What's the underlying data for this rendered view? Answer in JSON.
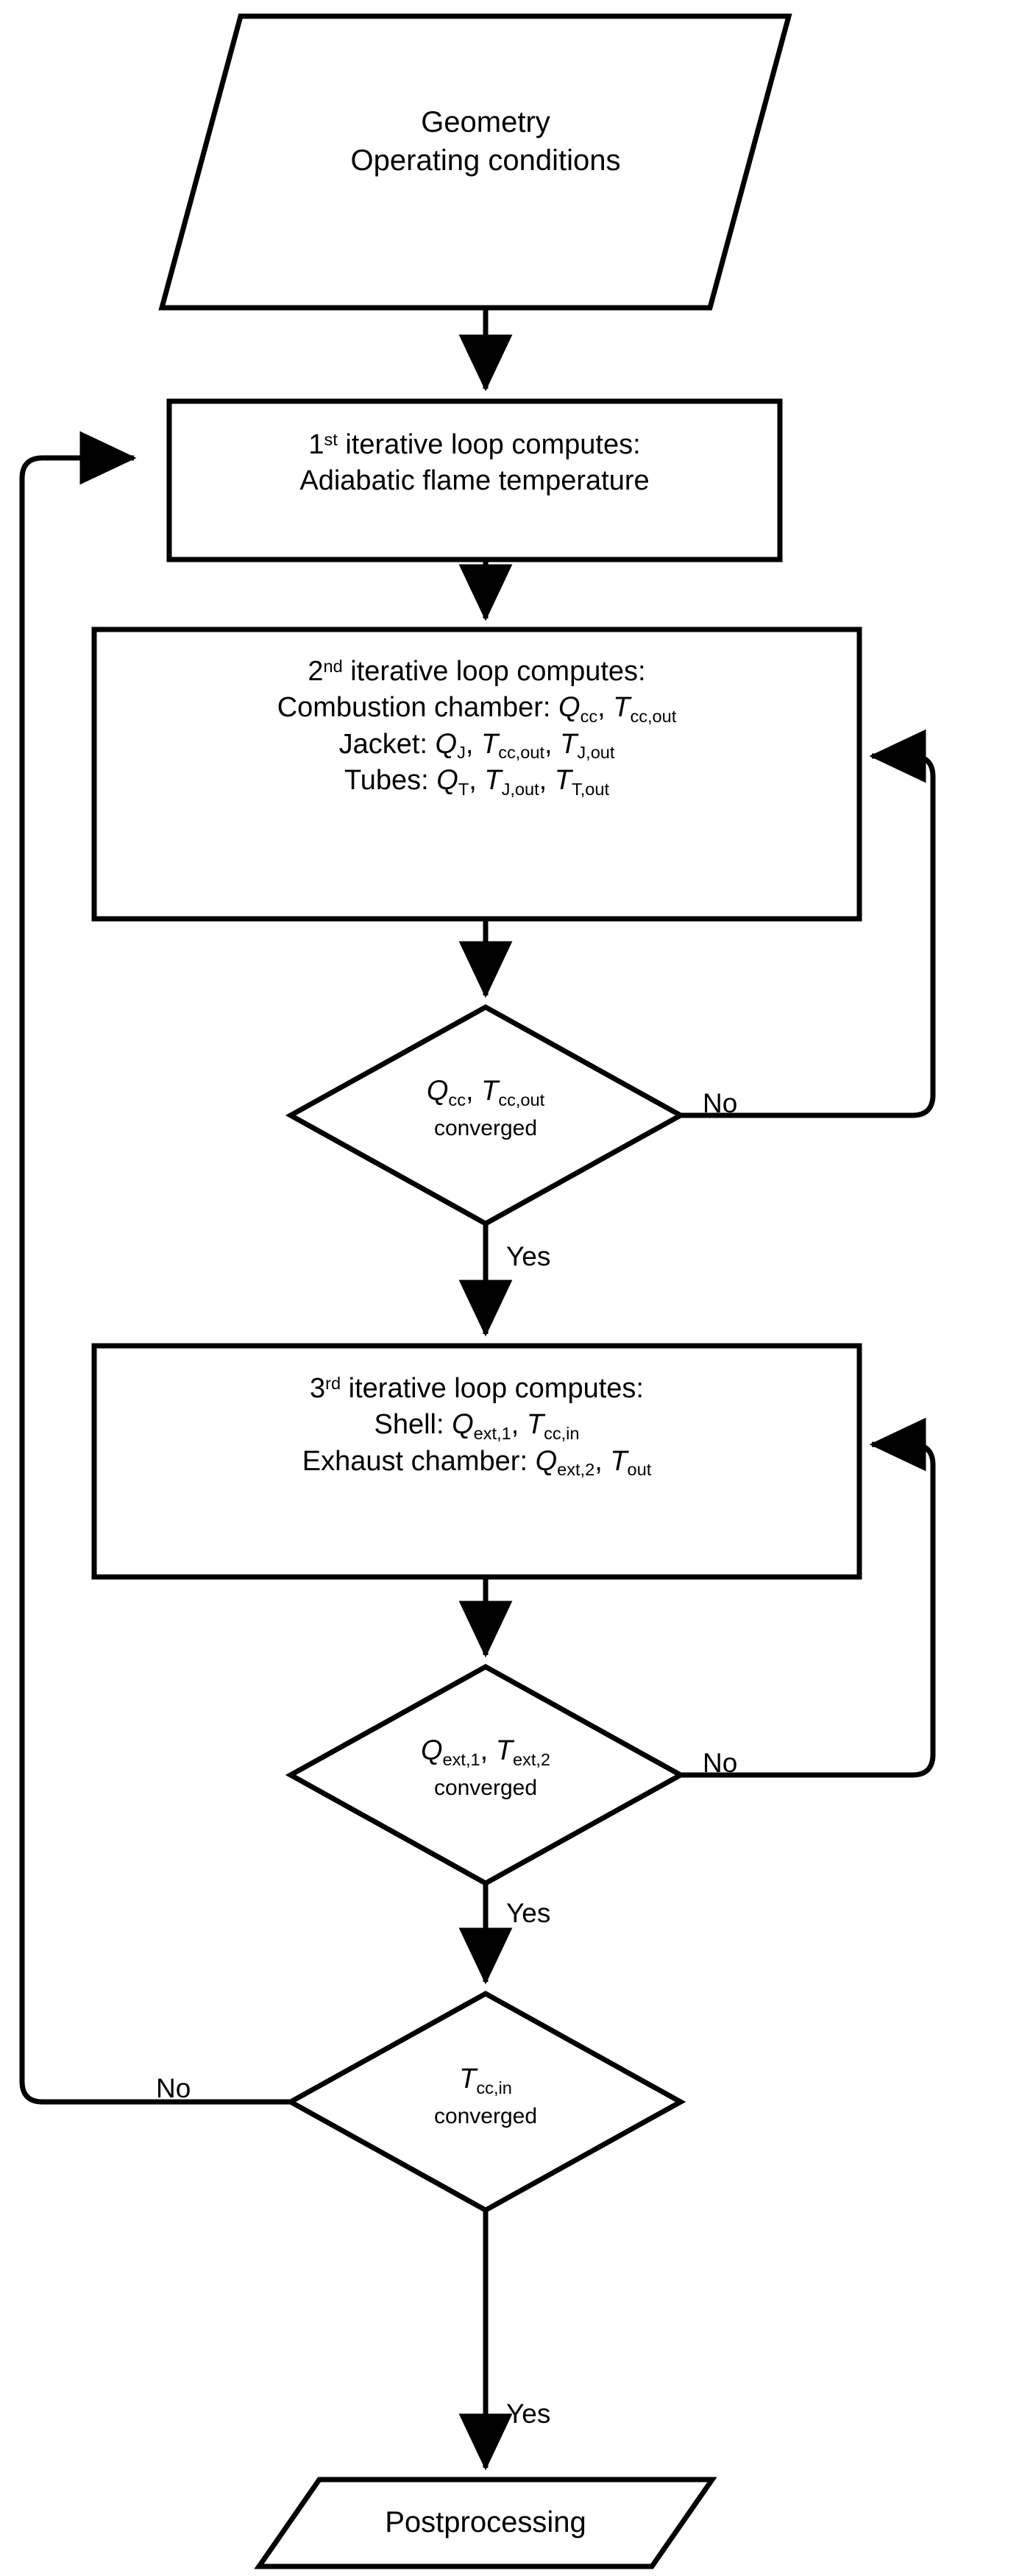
{
  "diagram": {
    "title": "Iterative solver flowchart",
    "type": "flowchart",
    "stroke_color": "#000000",
    "fill_color": "#ffffff",
    "background": "#ffffff"
  },
  "nodes": {
    "start": {
      "shape": "parallelogram",
      "line1": "Geometry",
      "line2": "Operating conditions"
    },
    "loop1": {
      "shape": "rectangle",
      "line1_pre": "1",
      "line1_sup": "st",
      "line1_post": " iterative loop computes:",
      "line2": "Adiabatic flame temperature"
    },
    "loop2": {
      "shape": "rectangle",
      "line1_pre": "2",
      "line1_sup": "nd",
      "line1_post": " iterative loop computes:",
      "row_cc_label": "Combustion chamber: ",
      "row_cc_q": "Q",
      "row_cc_q_sub": "cc",
      "row_cc_sep1": ", ",
      "row_cc_t": "T",
      "row_cc_t_sub": "cc,out",
      "row_j_label": "Jacket: ",
      "row_j_q": "Q",
      "row_j_q_sub": "J",
      "row_j_sep1": ", ",
      "row_j_t1": "T",
      "row_j_t1_sub": "cc,out",
      "row_j_sep2": ", ",
      "row_j_t2": "T",
      "row_j_t2_sub": "J,out",
      "row_t_label": "Tubes: ",
      "row_t_q": "Q",
      "row_t_q_sub": "T",
      "row_t_sep1": ", ",
      "row_t_t1": "T",
      "row_t_t1_sub": "J,out",
      "row_t_sep2": ", ",
      "row_t_t2": "T",
      "row_t_t2_sub": "T,out"
    },
    "decision1": {
      "shape": "diamond",
      "line1_q": "Q",
      "line1_q_sub": "cc",
      "line1_sep": ", ",
      "line1_t": "T",
      "line1_t_sub": "cc,out",
      "line2": "converged"
    },
    "loop3": {
      "shape": "rectangle",
      "line1_pre": "3",
      "line1_sup": "rd",
      "line1_post": " iterative loop computes:",
      "row_shell_label": "Shell: ",
      "row_shell_q": "Q",
      "row_shell_q_sub": "ext,1",
      "row_shell_sep": ", ",
      "row_shell_t": "T",
      "row_shell_t_sub": "cc,in",
      "row_exh_label": "Exhaust chamber: ",
      "row_exh_q": "Q",
      "row_exh_q_sub": "ext,2",
      "row_exh_sep": ", ",
      "row_exh_t": "T",
      "row_exh_t_sub": "out"
    },
    "decision2": {
      "shape": "diamond",
      "line1_q": "Q",
      "line1_q_sub": "ext,1",
      "line1_sep": ", ",
      "line1_t": "T",
      "line1_t_sub": "ext,2",
      "line2": "converged"
    },
    "decision3": {
      "shape": "diamond",
      "line1_t": "T",
      "line1_t_sub": "cc,in",
      "line2": "converged"
    },
    "end": {
      "shape": "parallelogram",
      "line1": "Postprocessing"
    }
  },
  "edge_labels": {
    "d1_no": "No",
    "d1_yes": "Yes",
    "d2_no": "No",
    "d2_yes": "Yes",
    "d3_no": "No",
    "d3_yes": "Yes"
  }
}
